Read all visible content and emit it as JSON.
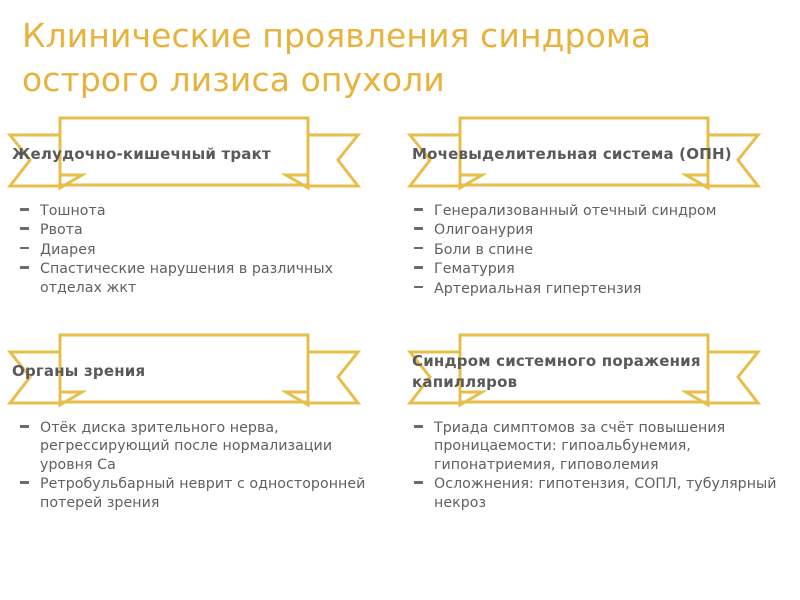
{
  "slide": {
    "title": "Клинические проявления синдрома\nострого лизиса опухоли",
    "title_color": "#E8B33C",
    "ribbon_color": "#E8BE4A",
    "heading_color": "#595959",
    "body_color": "#606060",
    "background_color": "#FFFFFF"
  },
  "sections": [
    {
      "id": "gastrointestinal-tract",
      "heading": "Желудочно-кишечный тракт",
      "bullets": [
        "Тошнота",
        "Рвота",
        "Диарея",
        "Спастические нарушения в различных отделах жкт"
      ]
    },
    {
      "id": "urinary-system",
      "heading": "Мочевыделительная система (ОПН)",
      "bullets": [
        "Генерализованный отечный синдром",
        "Олигоанурия",
        "Боли в спине",
        "Гематурия",
        "Артериальная гипертензия"
      ]
    },
    {
      "id": "organs-of-vision",
      "heading": "Органы зрения",
      "bullets": [
        "Отёк диска зрительного нерва, регрессирующий после нормализации уровня Ca",
        "Ретробульбарный неврит с односторонней потерей зрения"
      ]
    },
    {
      "id": "capillary-leak-syndrome",
      "heading": "Синдром системного поражения капилляров",
      "bullets": [
        "Триада симптомов за счёт повышения проницаемости: гипоальбунемия, гипонатриемия, гиповолемия",
        "Осложнения: гипотензия, СОПЛ, тубулярный некроз"
      ]
    }
  ]
}
